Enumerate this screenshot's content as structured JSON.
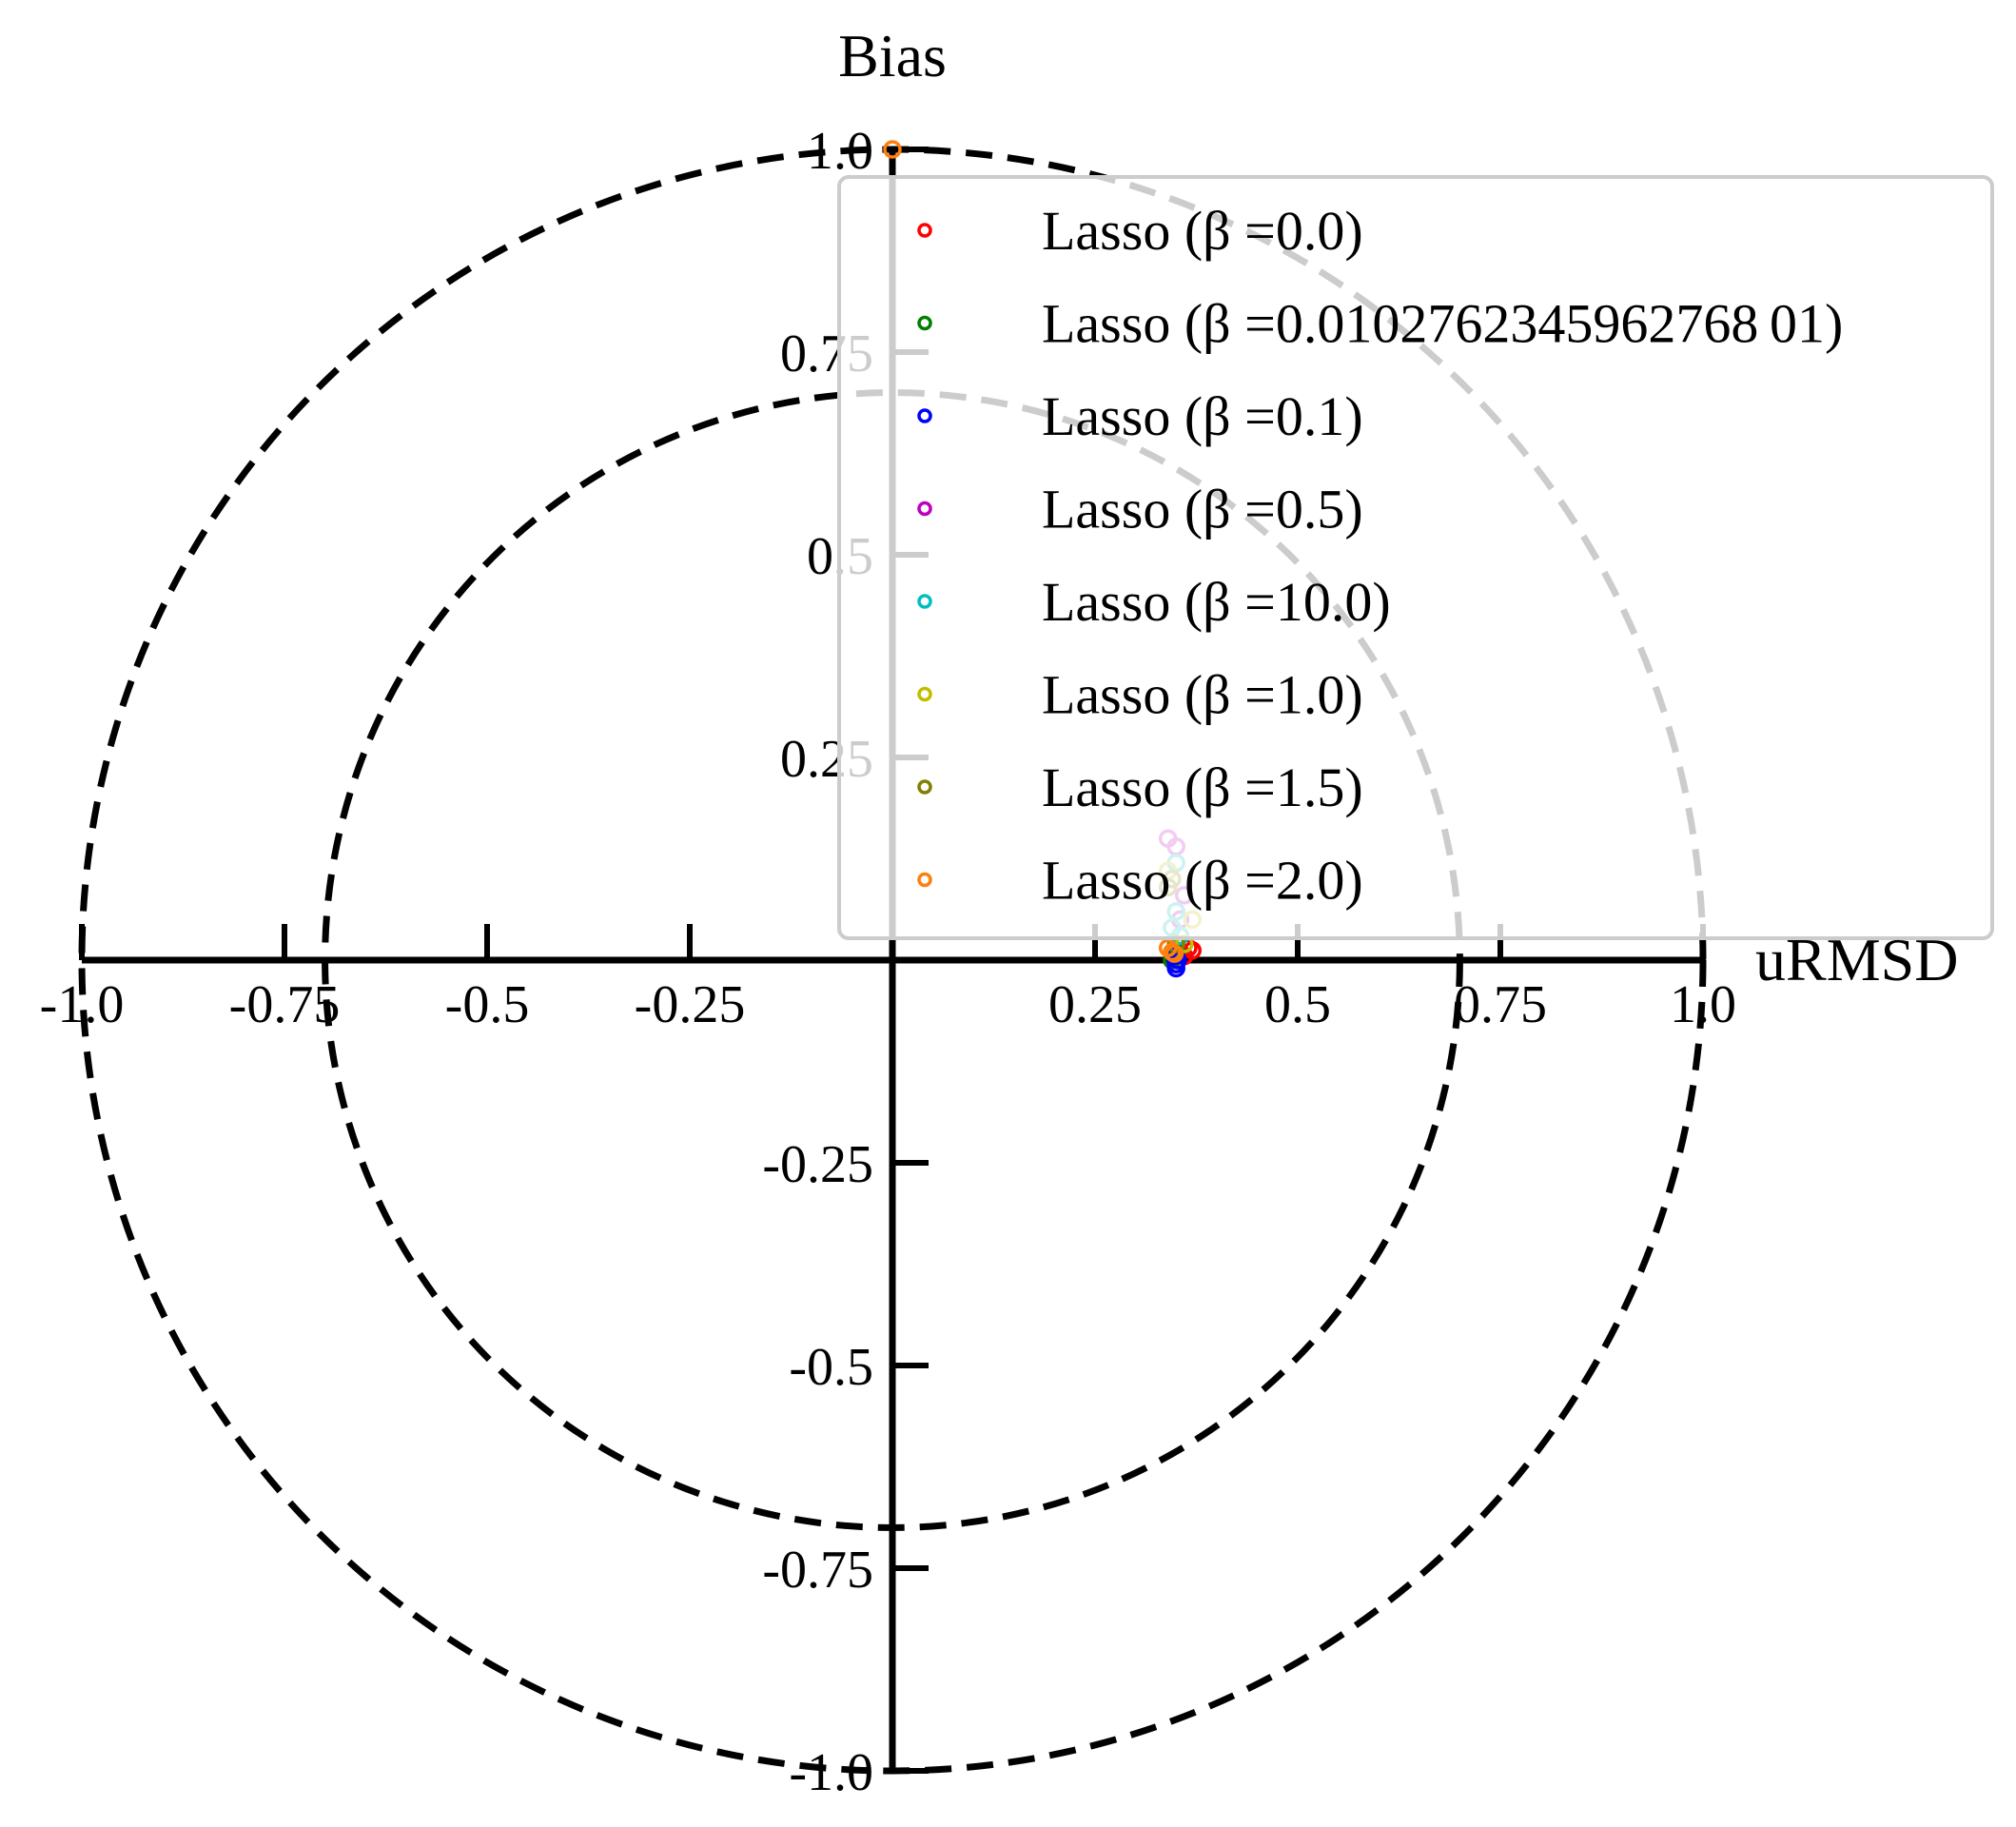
{
  "chart_data": {
    "type": "scatter",
    "title": "",
    "xlabel": "uRMSD",
    "ylabel": "Bias",
    "xlim": [
      -1.0,
      1.0
    ],
    "ylim": [
      -1.0,
      1.0
    ],
    "grid": false,
    "legend_position": "top-right",
    "x_ticks": [
      {
        "value": -1.0,
        "label": "-1.0"
      },
      {
        "value": -0.75,
        "label": "-0.75"
      },
      {
        "value": -0.5,
        "label": "-0.5"
      },
      {
        "value": -0.25,
        "label": "-0.25"
      },
      {
        "value": 0.25,
        "label": "0.25"
      },
      {
        "value": 0.5,
        "label": "0.5"
      },
      {
        "value": 0.75,
        "label": "0.75"
      },
      {
        "value": 1.0,
        "label": "1.0"
      }
    ],
    "y_ticks": [
      {
        "value": 1.0,
        "label": "1.0"
      },
      {
        "value": 0.75,
        "label": "0.75"
      },
      {
        "value": 0.5,
        "label": "0.5"
      },
      {
        "value": 0.25,
        "label": "0.25"
      },
      {
        "value": -0.25,
        "label": "-0.25"
      },
      {
        "value": -0.5,
        "label": "-0.5"
      },
      {
        "value": -0.75,
        "label": "-0.75"
      },
      {
        "value": -1.0,
        "label": "-1.0"
      }
    ],
    "reference_circles": [
      1.0,
      0.7
    ],
    "series": [
      {
        "name": "Lasso (β =0.0)",
        "color": "#ff0000",
        "points": [
          [
            0.365,
            0.015
          ],
          [
            0.36,
            0.005
          ],
          [
            0.355,
            0.01
          ],
          [
            0.37,
            0.012
          ]
        ]
      },
      {
        "name": "Lasso (β =0.0102762345962768 01)",
        "color": "#008000",
        "points": [
          [
            0.35,
            0.01
          ],
          [
            0.345,
            0.0
          ]
        ]
      },
      {
        "name": "Lasso (β =0.1)",
        "color": "#0000ff",
        "points": [
          [
            0.35,
            -0.01
          ],
          [
            0.35,
            -0.005
          ],
          [
            0.348,
            0.005
          ],
          [
            0.352,
            0.0
          ]
        ]
      },
      {
        "name": "Lasso (β =0.5)",
        "color": "#bf00bf",
        "points": [
          [
            0.34,
            0.15
          ],
          [
            0.35,
            0.14
          ],
          [
            0.36,
            0.08
          ],
          [
            0.355,
            0.05
          ]
        ]
      },
      {
        "name": "Lasso (β =10.0)",
        "color": "#00bfbf",
        "points": [
          [
            0.35,
            0.12
          ],
          [
            0.35,
            0.06
          ],
          [
            0.345,
            0.04
          ],
          [
            0.355,
            0.03
          ]
        ]
      },
      {
        "name": "Lasso (β =1.0)",
        "color": "#bfbf00",
        "points": [
          [
            0.37,
            0.05
          ],
          [
            0.345,
            0.1
          ],
          [
            0.34,
            0.11
          ],
          [
            0.36,
            0.02
          ]
        ]
      },
      {
        "name": "Lasso (β =1.5)",
        "color": "#808000",
        "points": [
          [
            0.345,
            0.1
          ],
          [
            0.34,
            0.09
          ],
          [
            0.35,
            0.02
          ]
        ]
      },
      {
        "name": "Lasso (β =2.0)",
        "color": "#ff7f0e",
        "points": [
          [
            0.345,
            0.01
          ],
          [
            0.34,
            0.015
          ],
          [
            0.348,
            0.008
          ],
          [
            0.0,
            1.0
          ]
        ]
      }
    ]
  }
}
